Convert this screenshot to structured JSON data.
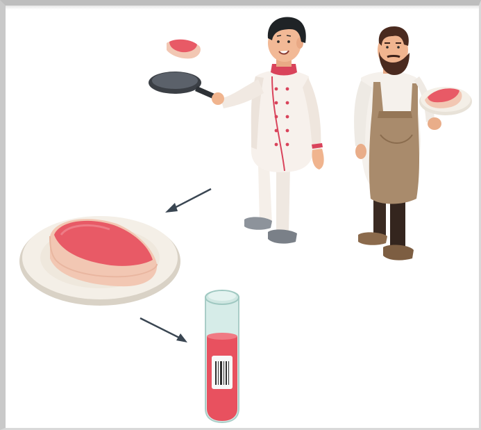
{
  "image": {
    "kind": "illustration",
    "subjects": [
      "chef",
      "butcher",
      "steak-on-plate",
      "blood-sample-tube"
    ],
    "colors": {
      "meat": "#e85a66",
      "fat": "#f6d3c3",
      "plate": "#f4efe7",
      "tube_liquid": "#e8515f",
      "tube_glass": "#bfe4df",
      "apron": "#a98b6c",
      "chef_coat": "#f7f1ec",
      "chef_accent": "#d9435b",
      "arrow": "#3a4652"
    }
  }
}
